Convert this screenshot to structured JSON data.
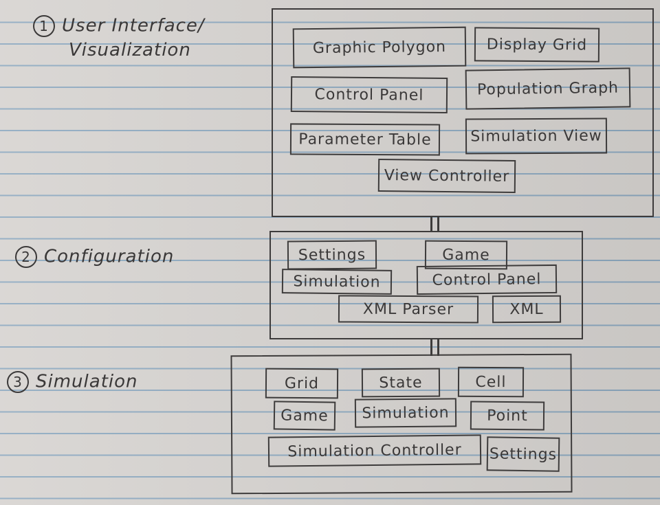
{
  "sections": [
    {
      "number": "1",
      "title_line1": "User Interface/",
      "title_line2": "Visualization",
      "components": [
        "Graphic Polygon",
        "Display Grid",
        "Control Panel",
        "Population Graph",
        "Parameter Table",
        "Simulation View",
        "View Controller"
      ]
    },
    {
      "number": "2",
      "title": "Configuration",
      "components": [
        "Settings",
        "Game",
        "Simulation",
        "Control Panel",
        "XML Parser",
        "XML"
      ]
    },
    {
      "number": "3",
      "title": "Simulation",
      "components": [
        "Grid",
        "State",
        "Cell",
        "Game",
        "Simulation",
        "Point",
        "Simulation Controller",
        "Settings"
      ]
    }
  ]
}
